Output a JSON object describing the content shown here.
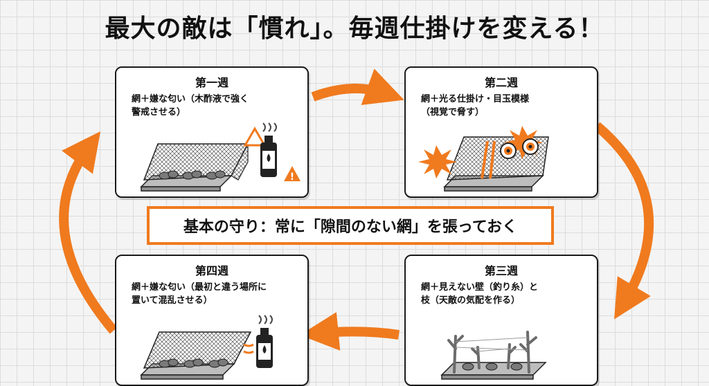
{
  "title": "最大の敵は「慣れ」。毎週仕掛けを変える！",
  "center": "基本の守り：常に「隙間のない網」を張っておく",
  "colors": {
    "accent": "#f07a1e",
    "ink": "#1a1a1a"
  },
  "weeks": [
    {
      "title": "第一週",
      "desc_lines": [
        "網＋嫌な匂い（木酢液で強く",
        "警戒させる）"
      ]
    },
    {
      "title": "第二週",
      "desc_lines": [
        "網＋光る仕掛け・目玉模様",
        "（視覚で脅す）"
      ]
    },
    {
      "title": "第三週",
      "desc_lines": [
        "網＋見えない壁（釣り糸）と",
        "枝（天敵の気配を作る）"
      ]
    },
    {
      "title": "第四週",
      "desc_lines": [
        "網＋嫌な匂い（最初と違う場所に",
        "置いて混乱させる）"
      ]
    }
  ],
  "icons": [
    "bottle-icon",
    "warning-icon",
    "eyeball-icon",
    "sparkle-icon",
    "net-icon",
    "plant-icon",
    "branch-icon",
    "cycle-arrow-icon"
  ]
}
